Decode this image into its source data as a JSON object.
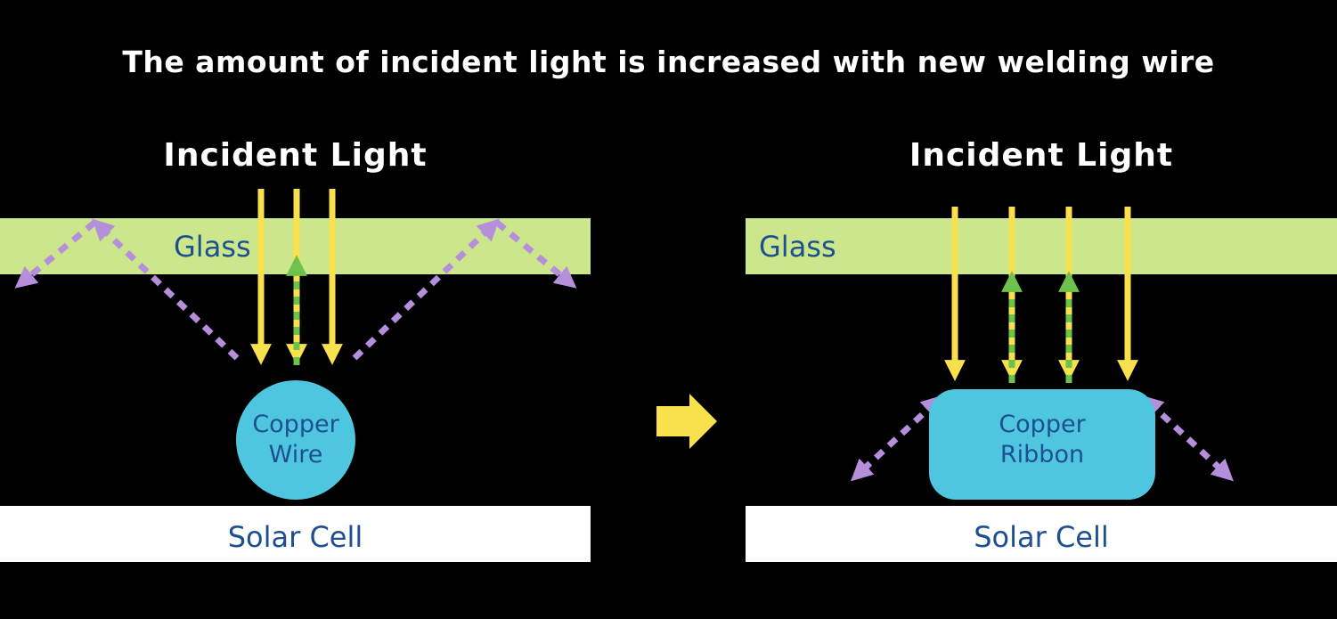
{
  "title": "The amount of incident light is increased with new welding wire",
  "left_panel": {
    "heading": "Incident Light",
    "glass_label": "Glass",
    "component_label_line1": "Copper",
    "component_label_line2": "Wire",
    "base_label": "Solar Cell"
  },
  "right_panel": {
    "heading": "Incident Light",
    "glass_label": "Glass",
    "component_label_line1": "Copper",
    "component_label_line2": "Ribbon",
    "base_label": "Solar Cell"
  },
  "colors": {
    "background": "#000000",
    "title_text": "#ffffff",
    "glass_fill": "#cbe68b",
    "label_text": "#1d4f91",
    "incident_arrow": "#f9e04d",
    "reflected_up_arrow": "#6cc24a",
    "scattered_arrow": "#b58edc",
    "copper_fill": "#4fc6e0",
    "solar_cell_fill": "#ffffff",
    "transition_arrow": "#f9e04d"
  }
}
